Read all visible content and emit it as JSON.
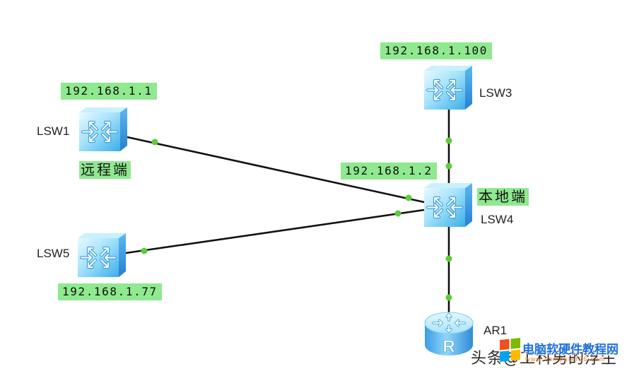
{
  "topology": {
    "devices": {
      "lsw1": {
        "name": "LSW1",
        "ip": "192.168.1.1",
        "note": "远程端",
        "icon": "switch-icon"
      },
      "lsw3": {
        "name": "LSW3",
        "ip": "192.168.1.100",
        "icon": "switch-icon"
      },
      "lsw4": {
        "name": "LSW4",
        "ip": "192.168.1.2",
        "note": "本地端",
        "icon": "switch-icon"
      },
      "lsw5": {
        "name": "LSW5",
        "ip": "192.168.1.77",
        "icon": "switch-icon"
      },
      "ar1": {
        "name": "AR1",
        "badge": "R",
        "icon": "router-icon"
      }
    }
  },
  "colors": {
    "label_bg": "#8fe98f",
    "link": "#111111",
    "port_dot": "#5ccc3a",
    "device_front": "#9fe0fb",
    "device_side": "#2a86d6",
    "watermark_title": "#1d6fdc",
    "watermark_url": "#f07a1e"
  },
  "watermark": {
    "text": "头条@工科男的浮生",
    "site_name": "电脑软硬件教程网",
    "site_url": "www.computer26.com",
    "logo": "windows-logo-icon"
  }
}
